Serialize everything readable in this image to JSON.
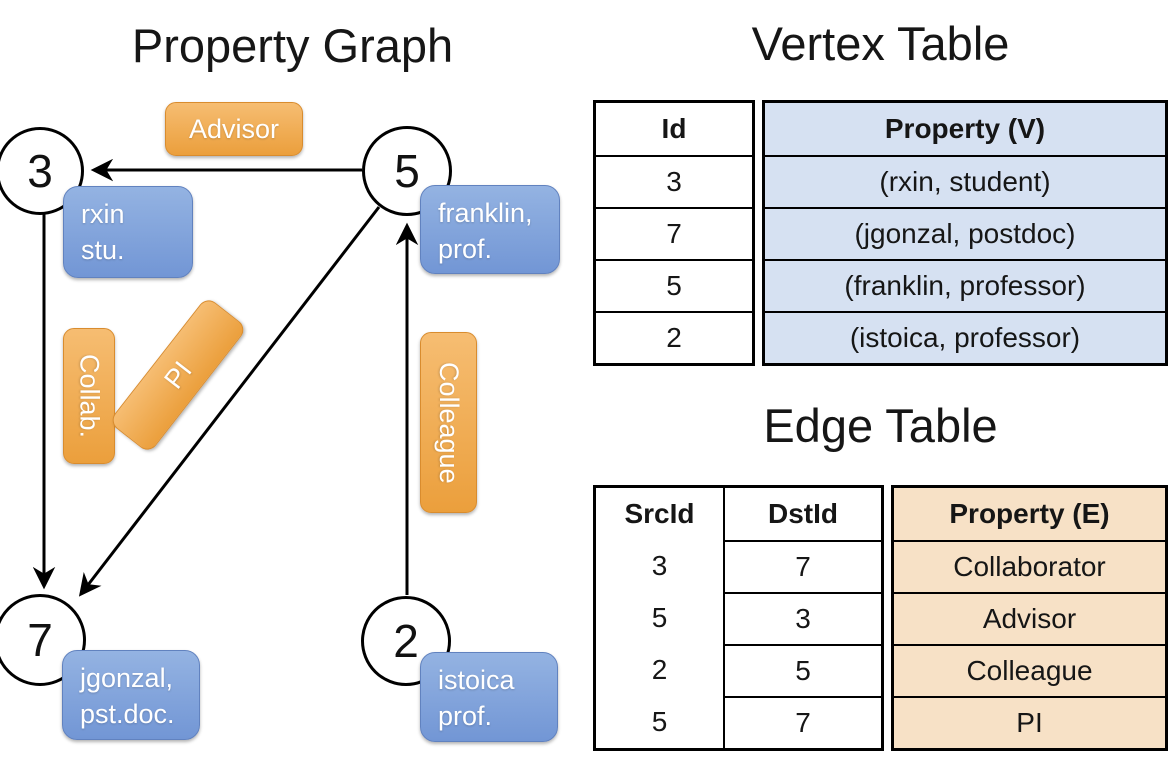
{
  "colors": {
    "orange-top": "#f6bd72",
    "orange-bottom": "#eb9f3c",
    "orange-border": "#d98c2e",
    "blue-top": "#94b3e2",
    "blue-bottom": "#7296d5",
    "blue-border": "#6182bf",
    "vertex-cell-bg": "#d6e1f2",
    "edge-cell-bg": "#f7e1c6",
    "line": "#000000",
    "box-text": "#ffffff"
  },
  "graph": {
    "title": "Property Graph",
    "vertices": [
      {
        "id": "3"
      },
      {
        "id": "5"
      },
      {
        "id": "7"
      },
      {
        "id": "2"
      }
    ],
    "vertex_properties": [
      {
        "lines": [
          "rxin",
          "stu."
        ]
      },
      {
        "lines": [
          "franklin,",
          "prof."
        ]
      },
      {
        "lines": [
          "jgonzal,",
          "pst.doc."
        ]
      },
      {
        "lines": [
          "istoica",
          "prof."
        ]
      }
    ],
    "edge_labels": [
      {
        "label": "Advisor"
      },
      {
        "label": "Collab."
      },
      {
        "label": "PI"
      },
      {
        "label": "Colleague"
      }
    ]
  },
  "vertex_table": {
    "title": "Vertex Table",
    "columns": {
      "id": "Id",
      "property": "Property (V)"
    },
    "rows": [
      {
        "id": "3",
        "property": "(rxin, student)"
      },
      {
        "id": "7",
        "property": "(jgonzal, postdoc)"
      },
      {
        "id": "5",
        "property": "(franklin, professor)"
      },
      {
        "id": "2",
        "property": "(istoica, professor)"
      }
    ]
  },
  "edge_table": {
    "title": "Edge Table",
    "columns": {
      "src": "SrcId",
      "dst": "DstId",
      "property": "Property (E)"
    },
    "rows": [
      {
        "src": "3",
        "dst": "7",
        "property": "Collaborator"
      },
      {
        "src": "5",
        "dst": "3",
        "property": "Advisor"
      },
      {
        "src": "2",
        "dst": "5",
        "property": "Colleague"
      },
      {
        "src": "5",
        "dst": "7",
        "property": "PI"
      }
    ]
  }
}
